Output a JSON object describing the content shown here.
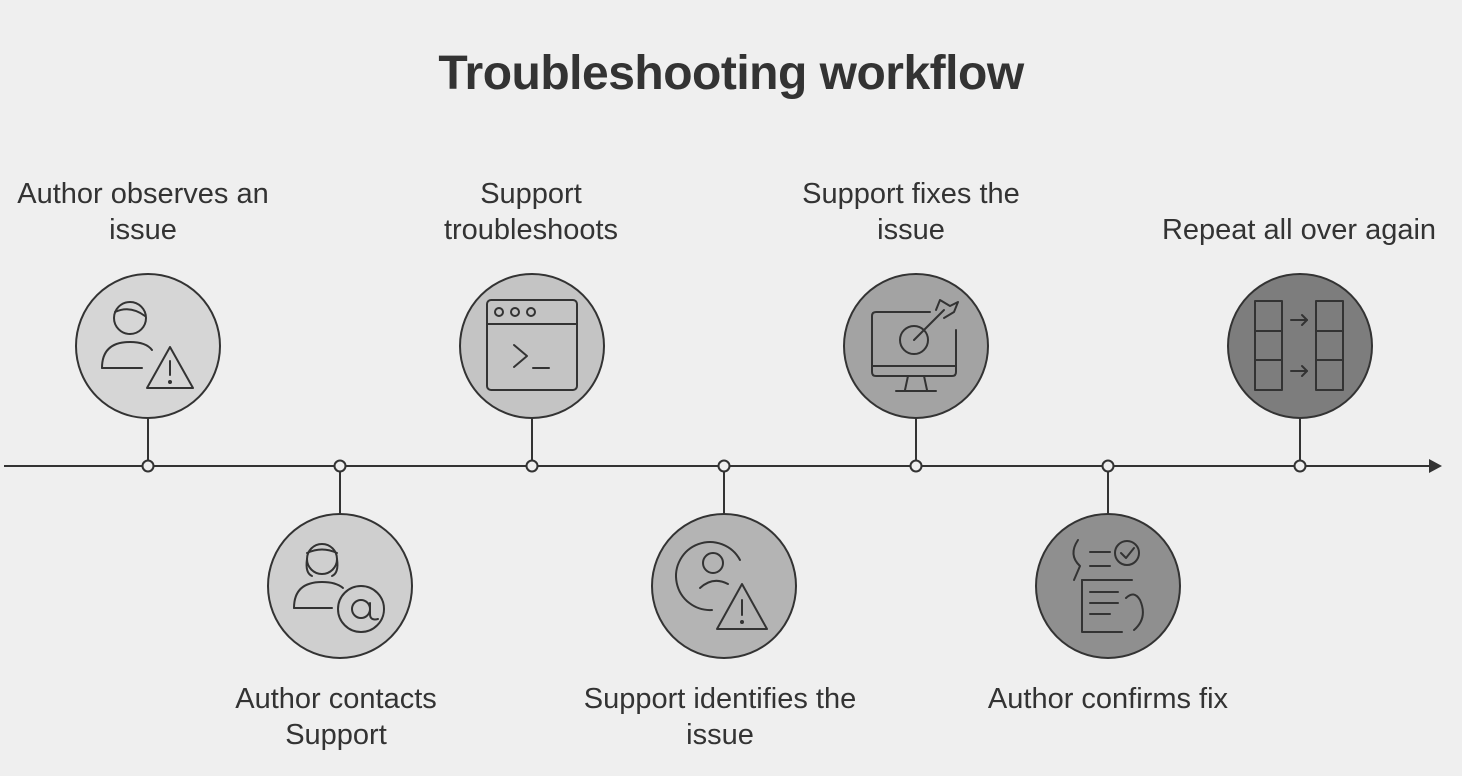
{
  "title": "Troubleshooting workflow",
  "colors": {
    "background": "#efefef",
    "line": "#333333",
    "text": "#333333"
  },
  "steps": [
    {
      "label": "Author observes an issue",
      "position": "top",
      "fill": "#d6d6d6",
      "icon": "user-warning-icon"
    },
    {
      "label": "Author contacts Support",
      "position": "bottom",
      "fill": "#cfcfcf",
      "icon": "user-at-icon"
    },
    {
      "label": "Support troubleshoots",
      "position": "top",
      "fill": "#c4c4c4",
      "icon": "terminal-window-icon"
    },
    {
      "label": "Support identifies the issue",
      "position": "bottom",
      "fill": "#b4b4b4",
      "icon": "user-circle-warning-icon"
    },
    {
      "label": "Support fixes the issue",
      "position": "top",
      "fill": "#a3a3a3",
      "icon": "monitor-target-icon"
    },
    {
      "label": "Author confirms fix",
      "position": "bottom",
      "fill": "#8f8f8f",
      "icon": "clipboard-check-icon"
    },
    {
      "label": "Repeat all over again",
      "position": "top",
      "fill": "#7d7d7d",
      "icon": "grid-transfer-icon"
    }
  ]
}
